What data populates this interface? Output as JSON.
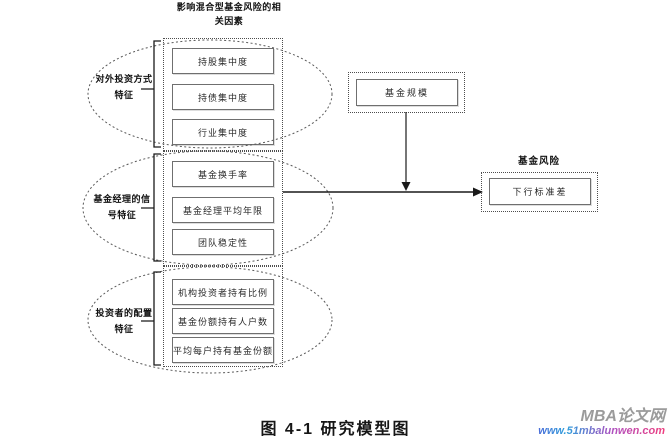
{
  "title": {
    "line1": "影响混合型基金风险的相",
    "line2": "关因素"
  },
  "groups": [
    {
      "label_line1": "对外投资方式",
      "label_line2": "特征",
      "boxes": [
        "持股集中度",
        "持债集中度",
        "行业集中度"
      ]
    },
    {
      "label_line1": "基金经理的信",
      "label_line2": "号特征",
      "boxes": [
        "基金换手率",
        "基金经理平均年限",
        "团队稳定性"
      ]
    },
    {
      "label_line1": "投资者的配置",
      "label_line2": "特征",
      "boxes": [
        "机构投资者持有比例",
        "基金份额持有人户数",
        "平均每户持有基金份额"
      ]
    }
  ],
  "control_variable": {
    "label": "基金规模"
  },
  "outcome": {
    "heading": "基金风险",
    "box_label": "下行标准差"
  },
  "caption": "图 4-1 研究模型图",
  "watermark": {
    "site_name": "MBA论文网",
    "site_url": "www.51mbalunwen.com",
    "name_color": "#9b9b9b",
    "url_gradient_colors": [
      "#e8388c",
      "#5b4fd6",
      "#2f9fdc",
      "#ef3f7f"
    ]
  },
  "colors": {
    "background": "#ffffff",
    "line_color": "#1a1a1a",
    "box_border": "#6f6f6f",
    "dotted_border": "#4d4d4d"
  }
}
